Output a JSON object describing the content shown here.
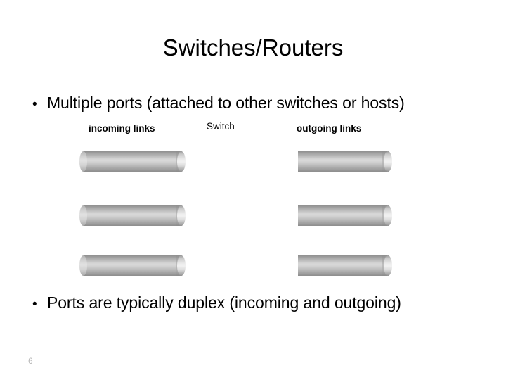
{
  "slide": {
    "title": "Switches/Routers",
    "page_number": "6",
    "background_color": "#ffffff",
    "text_color": "#000000",
    "page_number_color": "#b8b8b8"
  },
  "bullets": [
    {
      "marker": "•",
      "text": "Multiple ports (attached to other switches or hosts)"
    },
    {
      "marker": "•",
      "text": "Ports are typically duplex (incoming and outgoing)"
    }
  ],
  "diagram": {
    "labels": {
      "incoming": "incoming links",
      "switch": "Switch",
      "outgoing": "outgoing links"
    },
    "cylinder_color_light": "#d9d9d9",
    "cylinder_color_dark": "#8d8d8d",
    "incoming_ports": 3,
    "outgoing_ports": 3
  }
}
